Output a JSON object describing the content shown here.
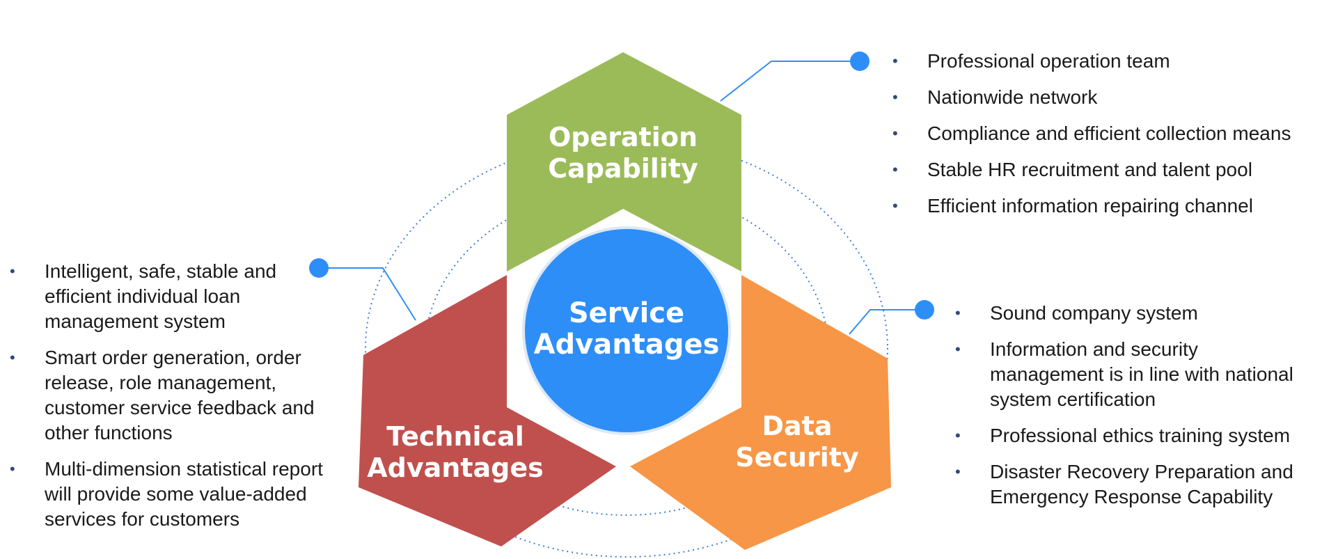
{
  "colors": {
    "operation": "#9bbb59",
    "technical": "#c0504d",
    "security": "#f79646",
    "center": "#2e8ef7",
    "connector": "#2e8ef7",
    "orbit": "#3a7dd8"
  },
  "center": {
    "line1": "Service",
    "line2": "Advantages"
  },
  "operation": {
    "title_line1": "Operation",
    "title_line2": "Capability",
    "bullets": [
      "Professional operation team",
      "Nationwide network",
      "Compliance and efficient collection means",
      "Stable HR recruitment and talent pool",
      "Efficient information repairing channel"
    ]
  },
  "technical": {
    "title_line1": "Technical",
    "title_line2": "Advantages",
    "bullets": [
      "Intelligent, safe, stable and efficient individual loan management system",
      "Smart order generation, order release, role management, customer service feedback and other functions",
      "Multi-dimension statistical report will provide some value-added services for customers"
    ]
  },
  "security": {
    "title_line1": "Data",
    "title_line2": "Security",
    "bullets": [
      "Sound company system",
      "Information and security management is in line with national system certification",
      "Professional ethics training system",
      "Disaster Recovery Preparation and Emergency Response Capability"
    ]
  }
}
